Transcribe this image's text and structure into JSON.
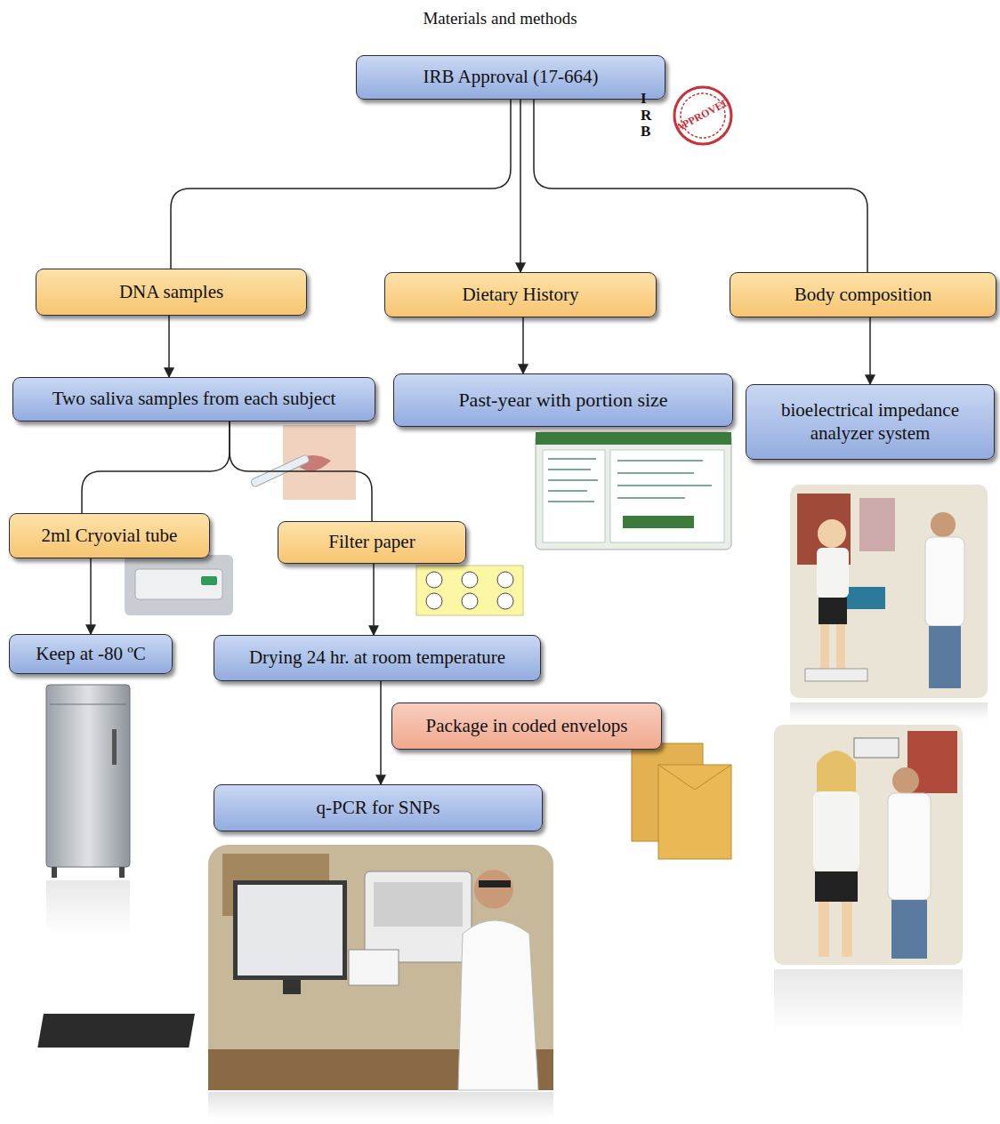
{
  "diagram": {
    "title": "Materials and methods",
    "nodes": [
      {
        "text": [
          "IRB Approval (17-664)"
        ]
      },
      {
        "text": [
          "DNA samples"
        ]
      },
      {
        "text": [
          "Dietary History"
        ]
      },
      {
        "text": [
          "Body composition"
        ]
      },
      {
        "text": [
          "Two saliva samples from each subject"
        ]
      },
      {
        "text": [
          "Past-year with portion size"
        ]
      },
      {
        "text": [
          "bioelectrical impedance analyzer system"
        ]
      },
      {
        "text": [
          "2ml Cryovial tube"
        ]
      },
      {
        "text": [
          "Filter paper"
        ]
      },
      {
        "text": [
          "Keep at -80 ºC"
        ]
      },
      {
        "text": [
          "Drying 24 hr. at room temperature"
        ]
      },
      {
        "text": [
          "Package in coded envelops"
        ]
      },
      {
        "text": [
          "q-PCR for SNPs"
        ]
      }
    ],
    "edges": [
      {
        "from": 0,
        "to": 1,
        "arrow": "none"
      },
      {
        "from": 0,
        "to": 2,
        "arrow": "to"
      },
      {
        "from": 0,
        "to": 3,
        "arrow": "none"
      },
      {
        "from": 1,
        "to": 4,
        "arrow": "to"
      },
      {
        "from": 2,
        "to": 5,
        "arrow": "to"
      },
      {
        "from": 3,
        "to": 6,
        "arrow": "to"
      },
      {
        "from": 4,
        "to": 7,
        "arrow": "none"
      },
      {
        "from": 4,
        "to": 8,
        "arrow": "none"
      },
      {
        "from": 7,
        "to": 9,
        "arrow": "to"
      },
      {
        "from": 8,
        "to": 10,
        "arrow": "to"
      },
      {
        "from": 10,
        "to": 12,
        "arrow": "to"
      }
    ],
    "labels": [
      "IRB",
      "APPROVED"
    ]
  }
}
